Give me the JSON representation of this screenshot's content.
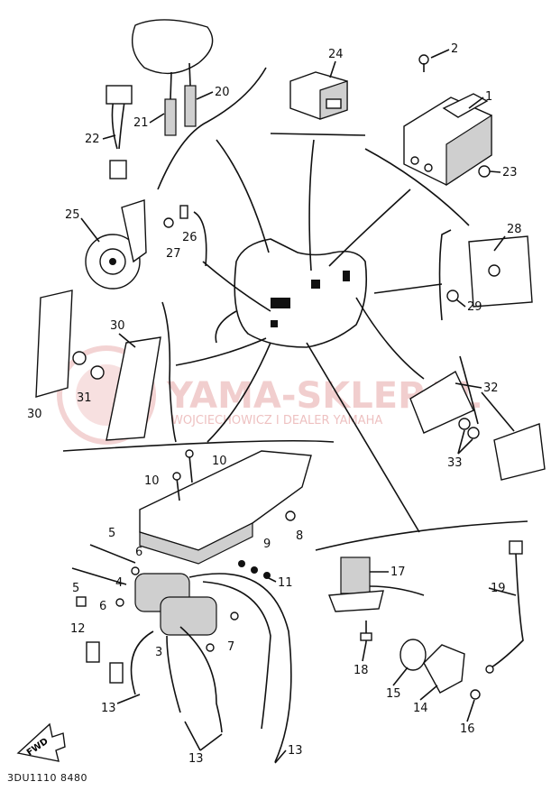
{
  "diagram": {
    "code": "3DU1110 8480",
    "fwd": "FWD",
    "watermark": {
      "title": "YAMA-SKLEP.PL",
      "subtitle": "WOJCIECHOWICZ I DEALER YAMAHA"
    },
    "labels": {
      "l1": "1",
      "l2": "2",
      "l3": "3",
      "l4": "4",
      "l5a": "5",
      "l5b": "5",
      "l6a": "6",
      "l6b": "6",
      "l7": "7",
      "l8": "8",
      "l9": "9",
      "l10a": "10",
      "l10b": "10",
      "l11": "11",
      "l12": "12",
      "l13a": "13",
      "l13b": "13",
      "l13c": "13",
      "l14": "14",
      "l15": "15",
      "l16": "16",
      "l17": "17",
      "l18": "18",
      "l19": "19",
      "l20": "20",
      "l21": "21",
      "l22": "22",
      "l23": "23",
      "l24": "24",
      "l25": "25",
      "l26": "26",
      "l27": "27",
      "l28": "28",
      "l29": "29",
      "l30a": "30",
      "l30b": "30",
      "l31": "31",
      "l32": "32",
      "l33": "33"
    }
  }
}
